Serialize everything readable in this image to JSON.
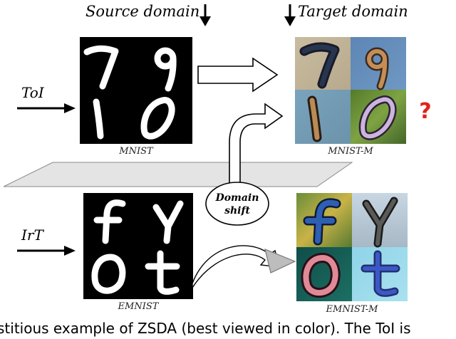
{
  "titles": {
    "source": "Source domain",
    "target": "Target domain"
  },
  "captions": {
    "mnist": "MNIST",
    "mnist_m": "MNIST-M",
    "emnist": "EMNIST",
    "emnist_m": "EMNIST-M"
  },
  "labels": {
    "toi": "ToI",
    "irt": "IrT",
    "domain_shift_line1": "Domain",
    "domain_shift_line2": "shift",
    "unknown_mark": "?"
  },
  "glyphs": {
    "mnist": [
      "7",
      "9",
      "1",
      "0"
    ],
    "emnist": [
      "f",
      "Y",
      "O",
      "t"
    ]
  },
  "colors": {
    "question_mark": "#e32119",
    "plane": "#e4e4e4"
  },
  "partial_text": "stitious example of ZSDA (best viewed in color). The ToI is"
}
